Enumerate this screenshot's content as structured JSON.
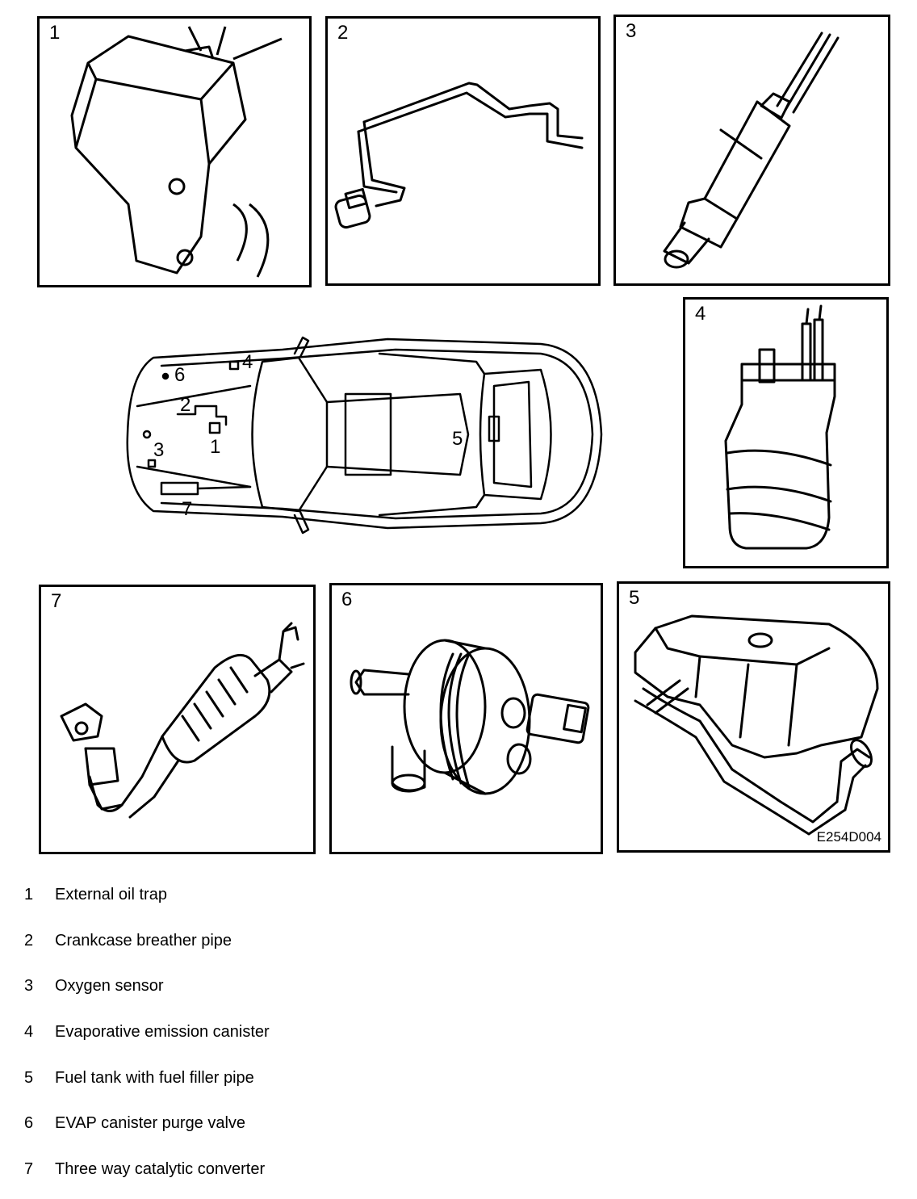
{
  "panels": [
    {
      "id": "p1",
      "number": "1"
    },
    {
      "id": "p2",
      "number": "2"
    },
    {
      "id": "p3",
      "number": "3"
    },
    {
      "id": "p4",
      "number": "4"
    },
    {
      "id": "p5",
      "number": "5"
    },
    {
      "id": "p6",
      "number": "6"
    },
    {
      "id": "p7",
      "number": "7"
    }
  ],
  "car_labels": [
    "1",
    "2",
    "3",
    "4",
    "5",
    "6",
    "7"
  ],
  "figure_code": "E254D004",
  "legend": [
    {
      "number": "1",
      "text": "External oil trap"
    },
    {
      "number": "2",
      "text": "Crankcase breather pipe"
    },
    {
      "number": "3",
      "text": "Oxygen sensor"
    },
    {
      "number": "4",
      "text": "Evaporative emission canister"
    },
    {
      "number": "5",
      "text": "Fuel tank with fuel filler pipe"
    },
    {
      "number": "6",
      "text": "EVAP canister purge valve"
    },
    {
      "number": "7",
      "text": "Three way catalytic converter"
    }
  ]
}
